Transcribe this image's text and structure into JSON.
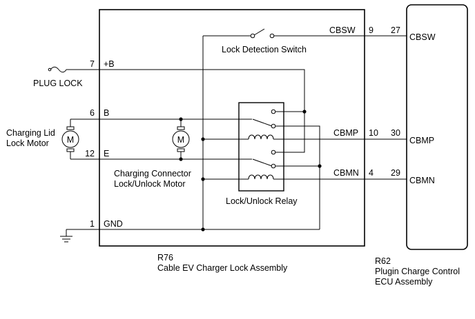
{
  "assembly": {
    "code": "R76",
    "name": "Cable EV Charger Lock Assembly"
  },
  "ecu": {
    "code": "R62",
    "name_line1": "Plugin Charge Control",
    "name_line2": "ECU Assembly",
    "pin_cbsw": "CBSW",
    "pin_cbmp": "CBMP",
    "pin_cbmn": "CBMN"
  },
  "labels": {
    "plug_lock": "PLUG LOCK",
    "charging_lid_line1": "Charging Lid",
    "charging_lid_line2": "Lock Motor",
    "connector_motor_line1": "Charging Connector",
    "connector_motor_line2": "Lock/Unlock Motor",
    "lock_detection_switch": "Lock Detection Switch",
    "relay": "Lock/Unlock Relay",
    "motor_symbol": "M"
  },
  "terminals": {
    "plus_b": {
      "pin": "7",
      "name": "+B"
    },
    "b": {
      "pin": "6",
      "name": "B"
    },
    "e": {
      "pin": "12",
      "name": "E"
    },
    "gnd": {
      "pin": "1",
      "name": "GND"
    }
  },
  "signals": {
    "cbsw": {
      "name": "CBSW",
      "pin_left": "9",
      "pin_right": "27"
    },
    "cbmp": {
      "name": "CBMP",
      "pin_left": "10",
      "pin_right": "30"
    },
    "cbmn": {
      "name": "CBMN",
      "pin_left": "4",
      "pin_right": "29"
    }
  }
}
